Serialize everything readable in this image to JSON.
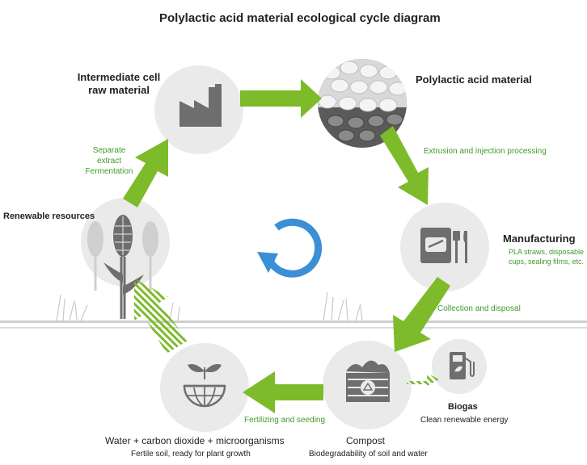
{
  "title": "Polylactic acid material ecological cycle diagram",
  "nodes": {
    "intermediate": {
      "label": "Intermediate cell raw material",
      "line1": "Intermediate cell",
      "line2": "raw material",
      "icon": "factory-icon"
    },
    "pla": {
      "label": "Polylactic acid material",
      "icon": "pellets-icon"
    },
    "manufacturing": {
      "label": "Manufacturing",
      "desc_line1": "PLA straws, disposable",
      "desc_line2": "cups, sealing films, etc.",
      "icon": "packaging-cutlery-icon"
    },
    "compost": {
      "label": "Compost",
      "desc": "Biodegradability of soil and water",
      "icon": "compost-bin-icon"
    },
    "biogas": {
      "label": "Biogas",
      "desc": "Clean renewable energy",
      "icon": "fuel-pump-icon"
    },
    "water": {
      "label": "Water + carbon dioxide + microorganisms",
      "desc": "Fertile soil, ready for plant growth",
      "icon": "sprout-globe-icon"
    },
    "renewable": {
      "label": "Renewable resources",
      "icon": "corn-icon"
    }
  },
  "steps": {
    "separate_line1": "Separate",
    "separate_line2": "extract",
    "separate_line3": "Fermentation",
    "extrusion": "Extrusion and injection processing",
    "collection": "Collection and disposal",
    "fertilizing": "Fertilizing and seeding"
  },
  "colors": {
    "arrow_green": "#7dbb2a",
    "circle_grey": "#eaeaea",
    "icon_grey": "#6e6e6e",
    "step_text_green": "#3f9a2c",
    "cycle_blue": "#3b8fd6"
  }
}
